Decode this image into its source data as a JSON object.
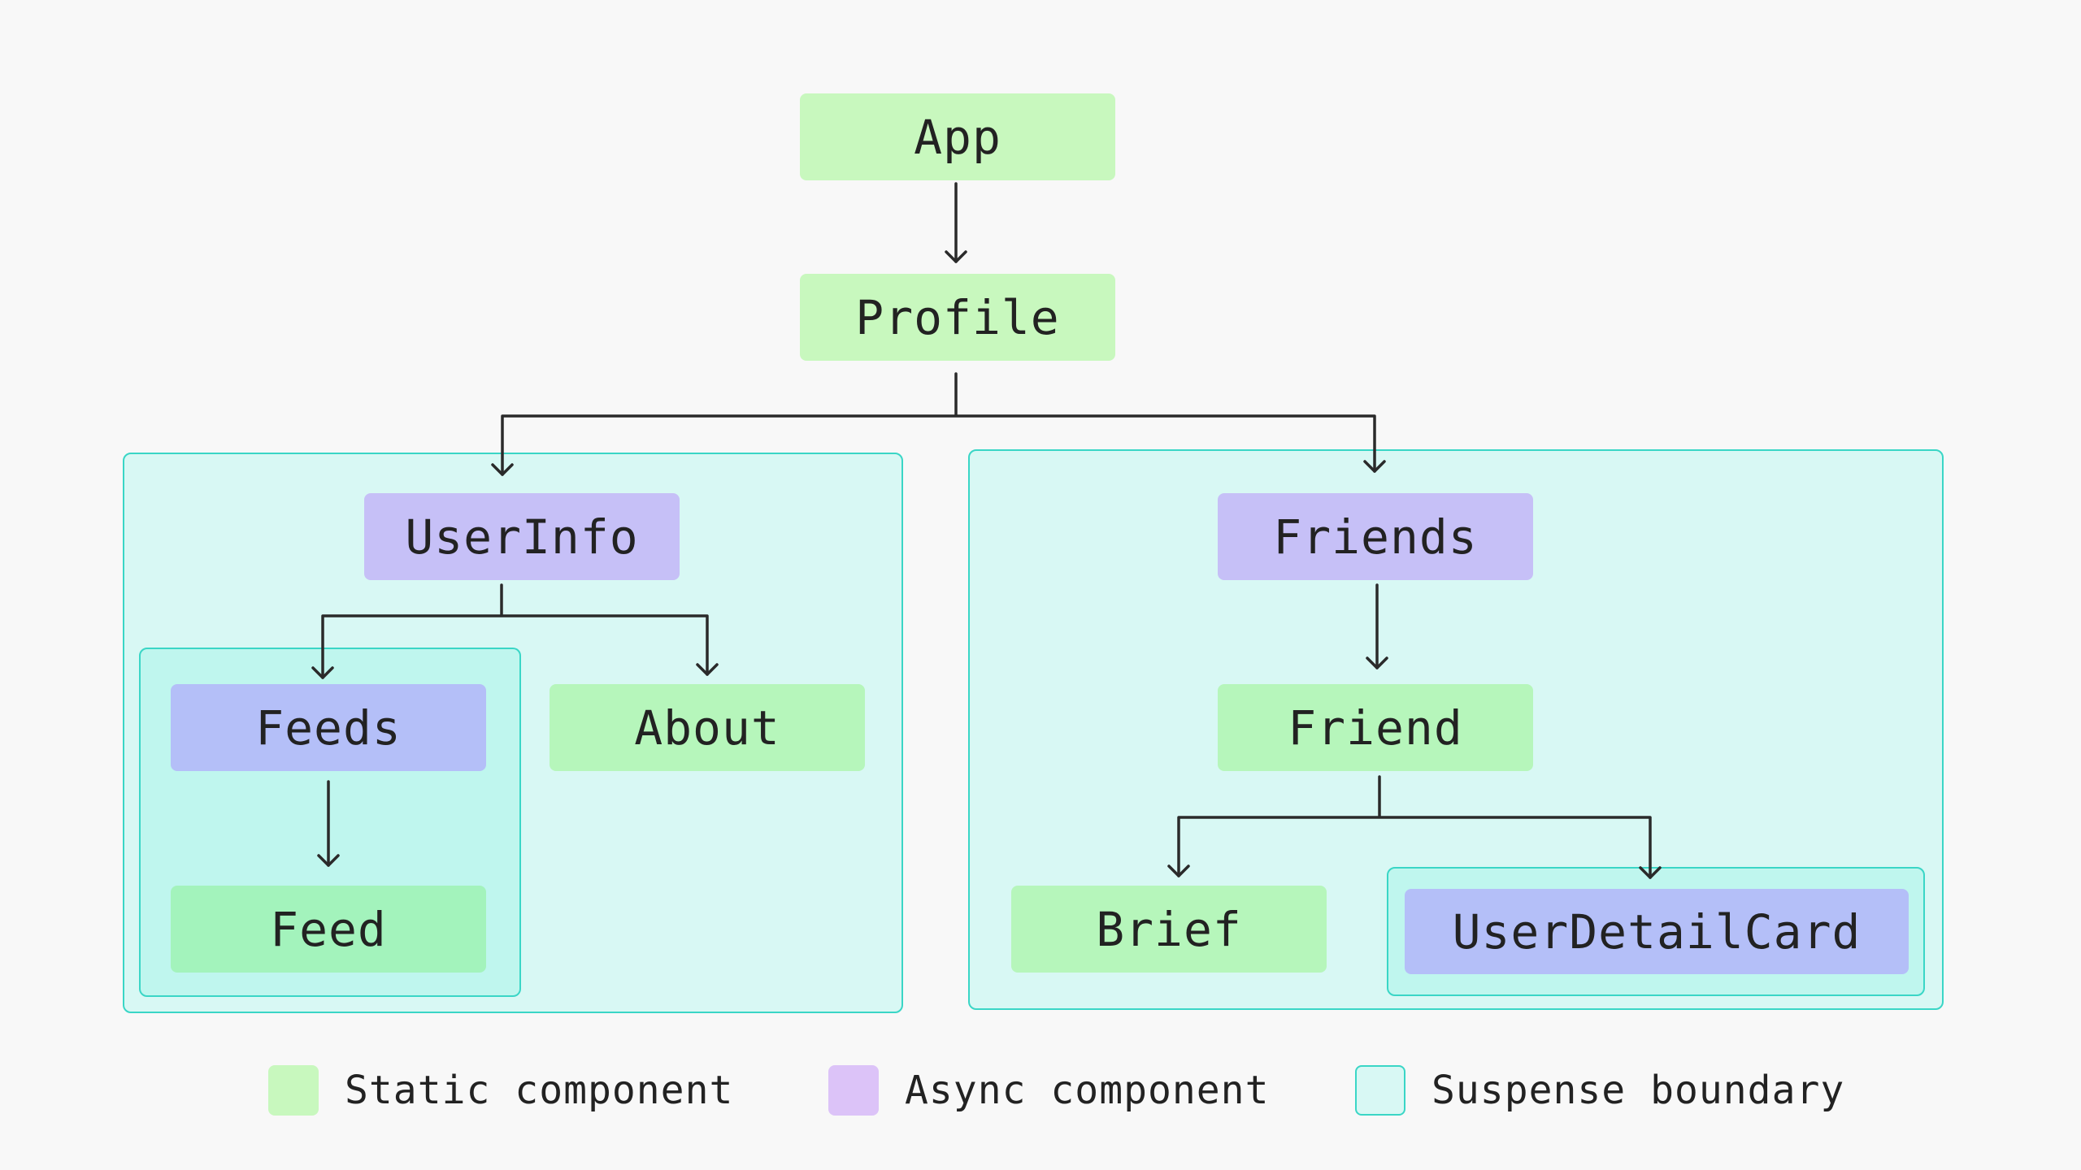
{
  "nodes": {
    "app": "App",
    "profile": "Profile",
    "userinfo": "UserInfo",
    "feeds": "Feeds",
    "feed": "Feed",
    "about": "About",
    "friends": "Friends",
    "friend": "Friend",
    "brief": "Brief",
    "userdetailcard": "UserDetailCard"
  },
  "legend": {
    "static": "Static component",
    "async": "Async component",
    "suspense": "Suspense boundary"
  },
  "colors": {
    "static": "#c8f8be",
    "async": "#dcc3f8",
    "suspense_fill": "#d8f8f4",
    "suspense_border": "#3ad6c6",
    "edge": "#2a2a2a"
  }
}
